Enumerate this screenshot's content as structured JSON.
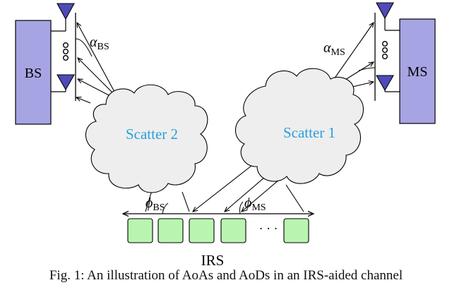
{
  "labels": {
    "bs": "BS",
    "ms": "MS",
    "scatter2": "Scatter 2",
    "scatter1": "Scatter 1",
    "irs": "IRS",
    "ellipsis": "· · ·",
    "alpha_bs_symbol": "α",
    "alpha_bs_sub": "BS",
    "alpha_ms_symbol": "α",
    "alpha_ms_sub": "MS",
    "phi_bs_symbol": "ϕ",
    "phi_bs_sub": "BS",
    "phi_ms_symbol": "ϕ",
    "phi_ms_sub": "MS"
  },
  "caption": "Fig. 1: An illustration of AoAs and AoDs in an IRS-aided channel",
  "colors": {
    "station_fill": "#a7a4e3",
    "antenna_fill": "#4f4ab8",
    "cloud_fill": "#eeeeee",
    "cloud_text": "#2a9fdc",
    "irs_element": "#b9f5b0",
    "line": "#000000"
  },
  "icons": {
    "antenna": "triangle-antenna-icon",
    "dots": "vertical-dots-icon"
  }
}
